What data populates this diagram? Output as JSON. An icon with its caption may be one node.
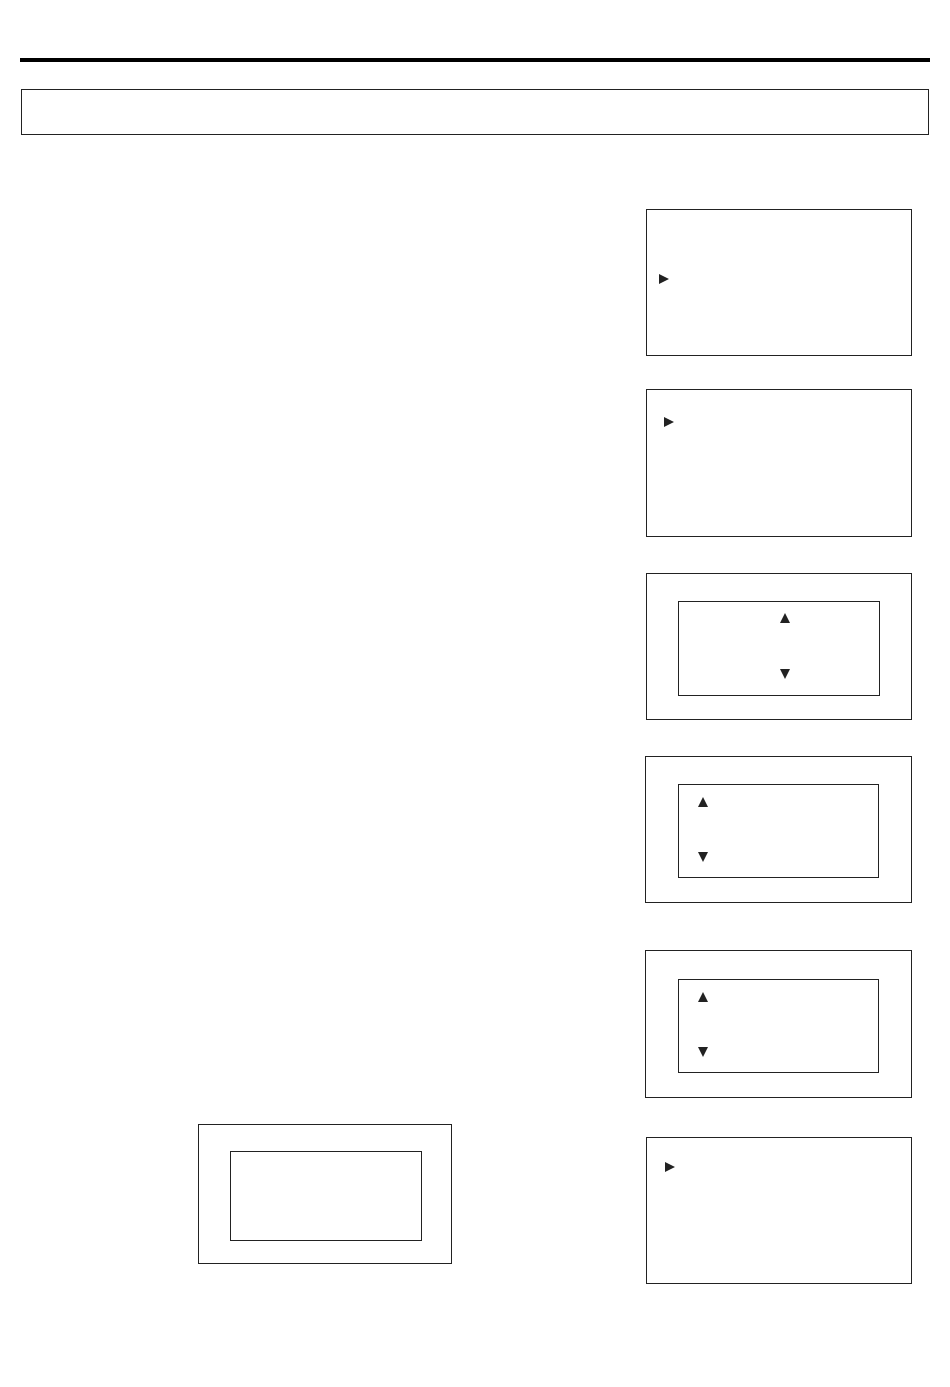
{
  "diagram": {
    "nodes": [
      {
        "text": [],
        "shape": "box"
      },
      {
        "text": [],
        "shape": "box"
      },
      {
        "text": [],
        "shape": "box"
      },
      {
        "text": [],
        "shape": "box"
      },
      {
        "text": [],
        "shape": "box",
        "in": 3
      },
      {
        "text": [],
        "shape": "box"
      },
      {
        "text": [],
        "shape": "box",
        "in": 5
      },
      {
        "text": [],
        "shape": "box"
      },
      {
        "text": [],
        "shape": "box",
        "in": 7
      },
      {
        "text": [],
        "shape": "box"
      },
      {
        "text": [],
        "shape": "box",
        "in": 9
      },
      {
        "text": [],
        "shape": "box"
      }
    ]
  }
}
